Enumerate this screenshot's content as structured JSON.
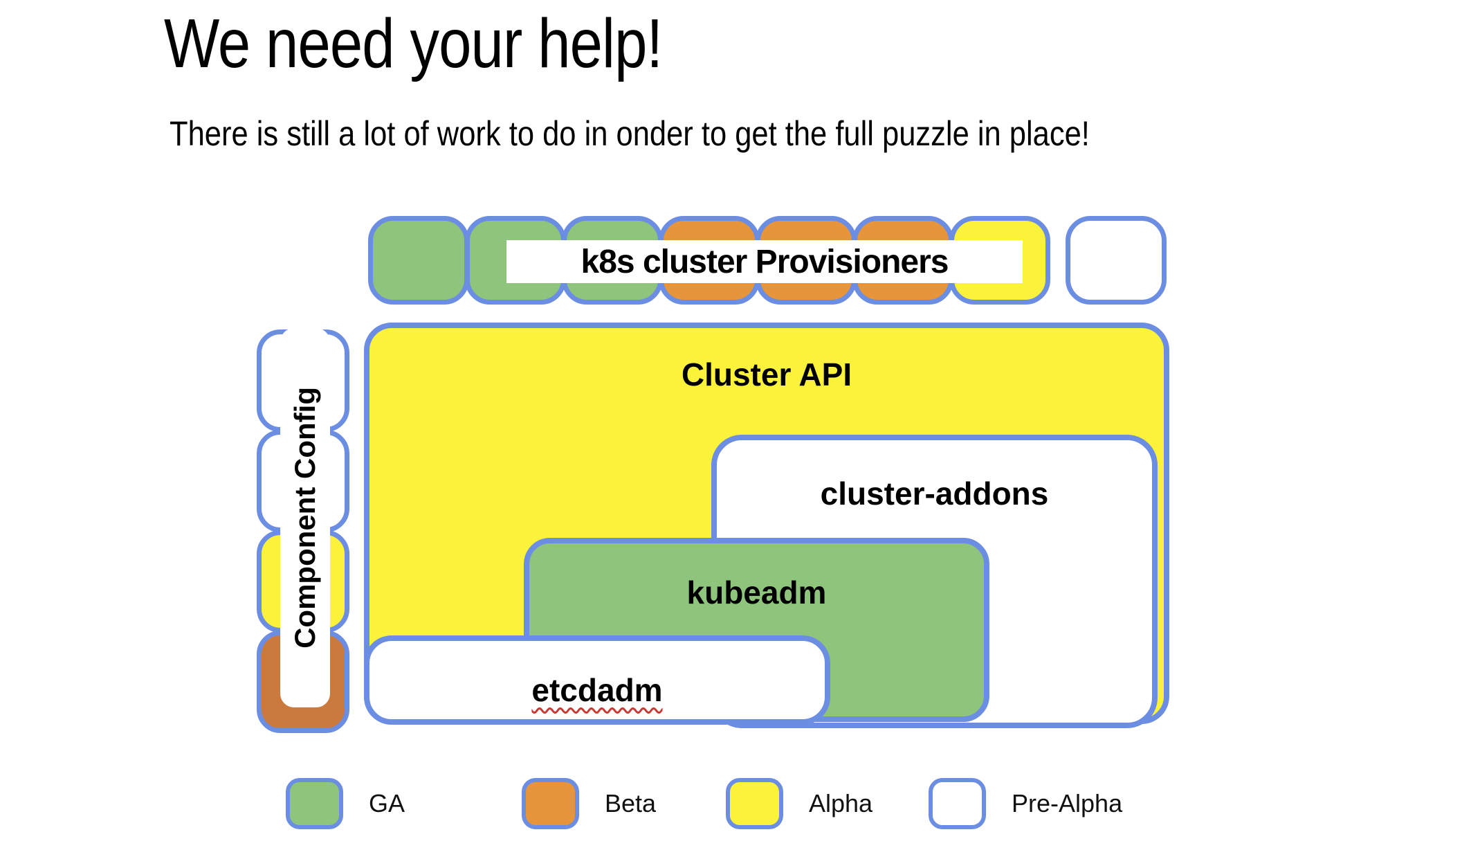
{
  "slide": {
    "title": "We need your help!",
    "subtitle": "There is still a lot of work to do in onder to get the full puzzle in place!"
  },
  "diagram": {
    "provisioners_label": "k8s cluster Provisioners",
    "provisioners_squares": [
      "ga",
      "ga",
      "ga",
      "beta",
      "beta",
      "beta",
      "alpha",
      "pre_alpha"
    ],
    "component_config_label": "Component Config",
    "component_config_squares": [
      "pre_alpha",
      "pre_alpha",
      "alpha",
      "beta_dark"
    ],
    "boxes": {
      "cluster_api": {
        "label": "Cluster API",
        "status": "alpha"
      },
      "cluster_addons": {
        "label": "cluster-addons",
        "status": "pre_alpha"
      },
      "kubeadm": {
        "label": "kubeadm",
        "status": "ga"
      },
      "etcdadm": {
        "label": "etcdadm",
        "status": "pre_alpha",
        "spellcheck_underline": true
      }
    }
  },
  "legend": {
    "items": [
      {
        "label": "GA",
        "status": "ga"
      },
      {
        "label": "Beta",
        "status": "beta"
      },
      {
        "label": "Alpha",
        "status": "alpha"
      },
      {
        "label": "Pre-Alpha",
        "status": "pre_alpha"
      }
    ]
  },
  "colors": {
    "status": {
      "ga": "#8FC47D",
      "beta": "#E6953B",
      "beta_dark": "#CB7A3E",
      "alpha": "#FBF23C",
      "pre_alpha": "#FFFFFF"
    },
    "border_blue": "#6B8DE2",
    "text": "#000000",
    "squiggle_red": "#C73A33"
  }
}
